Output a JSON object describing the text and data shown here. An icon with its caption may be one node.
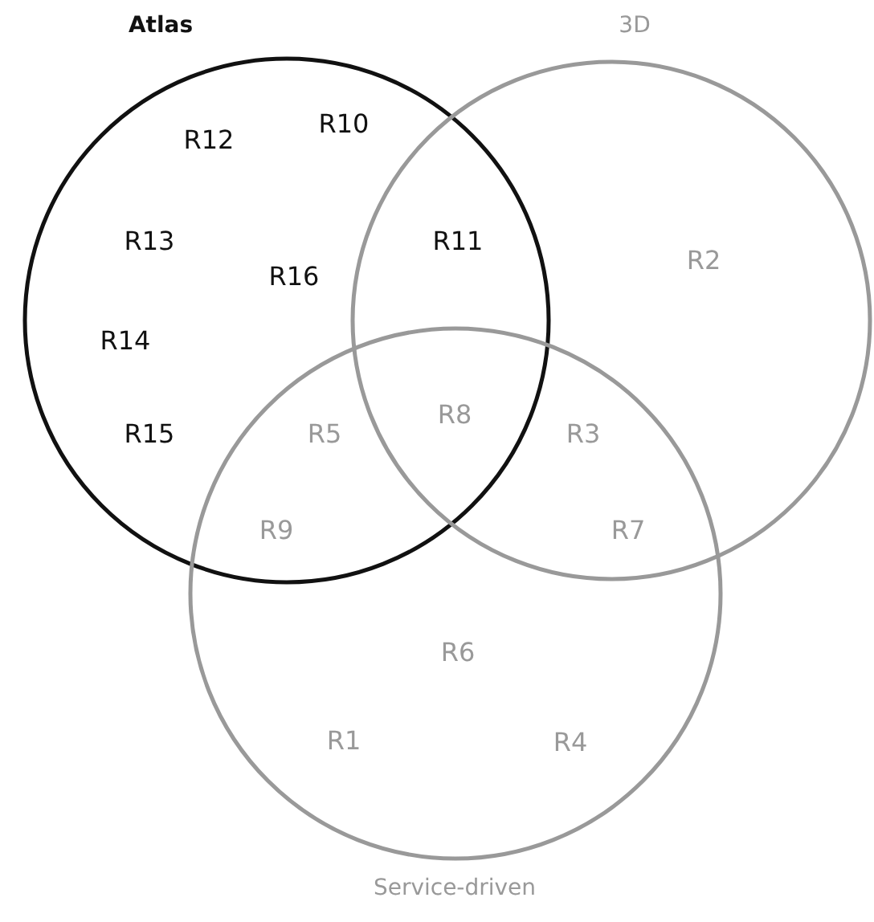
{
  "diagram": {
    "nodes": [
      {
        "text": [
          "Atlas"
        ]
      },
      {
        "text": [
          "3D"
        ]
      },
      {
        "text": [
          "Service-driven"
        ]
      }
    ],
    "labels": [
      "R12",
      "R10",
      "R13",
      "R16",
      "R11",
      "R2",
      "R14",
      "R15",
      "R5",
      "R8",
      "R3",
      "R9",
      "R7",
      "R6",
      "R1",
      "R4"
    ]
  }
}
